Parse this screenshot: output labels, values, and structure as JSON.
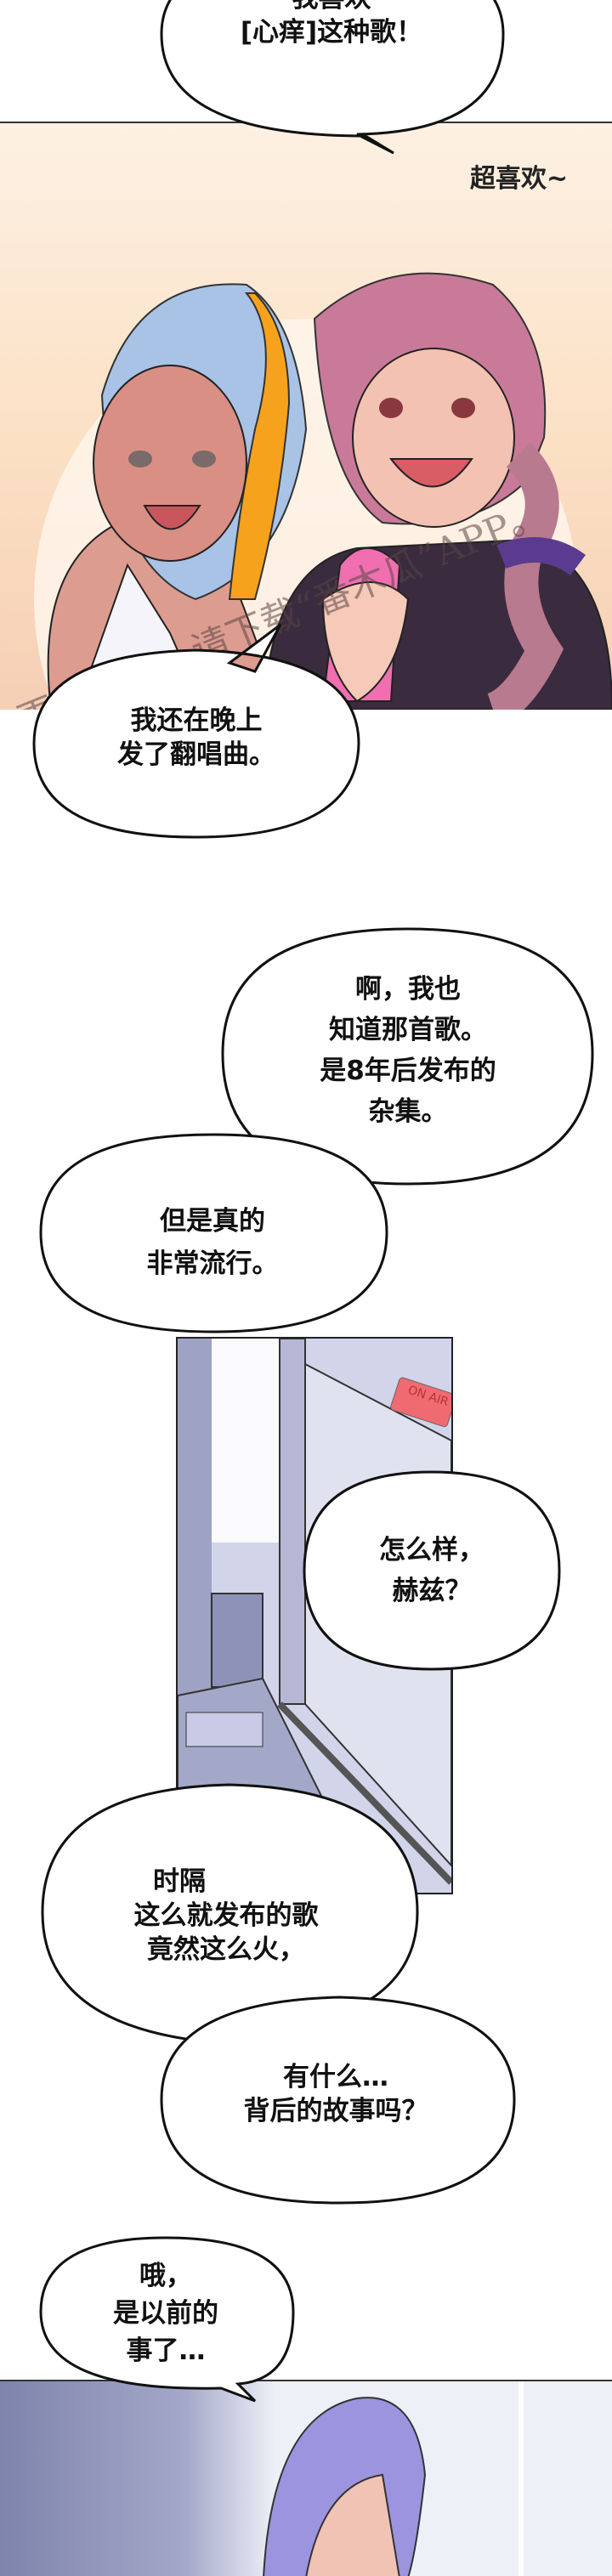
{
  "bubbles": {
    "b1": {
      "lines": [
        "我喜欢",
        "[心痒]这种歌！"
      ]
    },
    "b2": {
      "lines": [
        "我还在晚上",
        "发了翻唱曲。"
      ]
    },
    "b3": {
      "lines": [
        "啊，我也",
        "知道那首歌。",
        "是8年后发布的",
        "杂集。"
      ]
    },
    "b4": {
      "lines": [
        "但是真的",
        "非常流行。"
      ]
    },
    "b5": {
      "lines": [
        "怎么样，",
        "赫兹？"
      ]
    },
    "b6": {
      "lines": [
        "时隔",
        "这么就发布的歌",
        "竟然这么火，"
      ]
    },
    "b7": {
      "lines": [
        "有什么…",
        "背后的故事吗？"
      ]
    },
    "b8": {
      "lines": [
        "哦，",
        "是以前的",
        "事了…"
      ]
    }
  },
  "panel1": {
    "sfx": "超喜欢~",
    "watermark": "更多作品，请下载“番木瓜”APP。"
  },
  "panel2": {
    "sign": "ON AIR"
  },
  "colors": {
    "peach": "#fbe3c8",
    "booth": "#c9cbe3",
    "outline": "#111111",
    "sign": "#f06a72",
    "hair_purple": "#9d94e0"
  }
}
